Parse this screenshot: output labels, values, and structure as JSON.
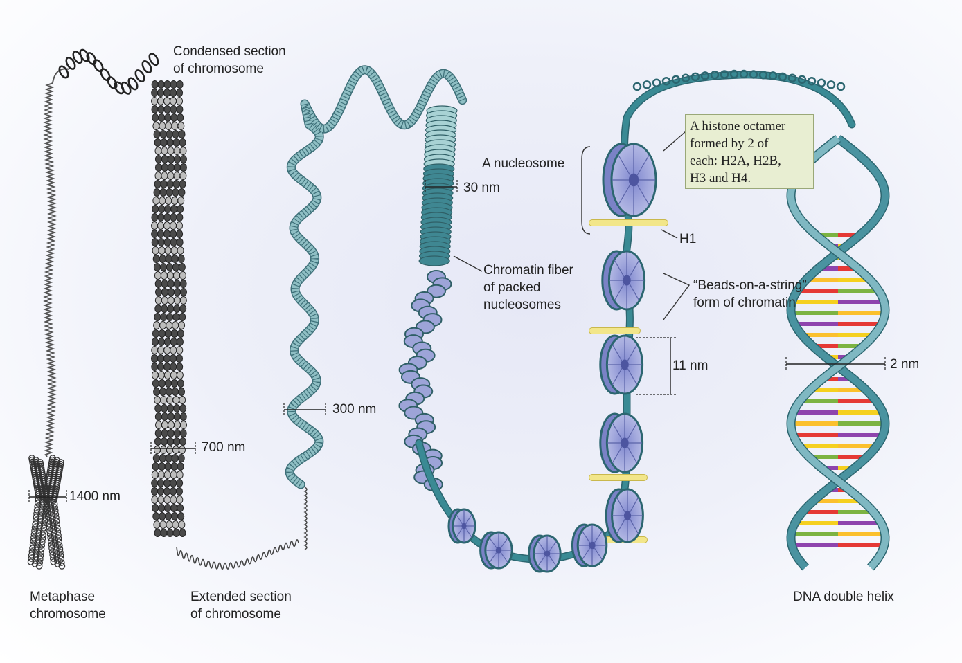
{
  "labels": {
    "condensed": [
      "Condensed section",
      "of chromosome"
    ],
    "metaphase": [
      "Metaphase",
      "chromosome"
    ],
    "extended": [
      "Extended section",
      "of chromosome"
    ],
    "nucleosome": "A nucleosome",
    "chromatin_fiber": [
      "Chromatin fiber",
      "of packed",
      "nucleosomes"
    ],
    "beads": [
      "“Beads-on-a-string”",
      "form of chromatin"
    ],
    "h1": "H1",
    "dna": "DNA double helix"
  },
  "callout": [
    "A histone octamer",
    "formed by 2 of",
    "each: H2A, H2B,",
    "H3 and H4."
  ],
  "measures": {
    "m1400": "1400 nm",
    "m700": "700 nm",
    "m300": "300 nm",
    "m30": "30 nm",
    "m11": "11 nm",
    "m2": "2 nm"
  },
  "colors": {
    "chromosome": "#3c3c3c",
    "fiber_teal": "#8fbfc4",
    "nucleosome_teal": "#3a8a94",
    "histone_purple": "#9da4d8",
    "h1_yellow": "#f2e68a",
    "dna_backbone": "#4a93a0",
    "callout_bg": "#e8eed2",
    "base_pairs": [
      "#e53935",
      "#f5d020",
      "#7cb342",
      "#8e44ad",
      "#fbc02d"
    ]
  }
}
